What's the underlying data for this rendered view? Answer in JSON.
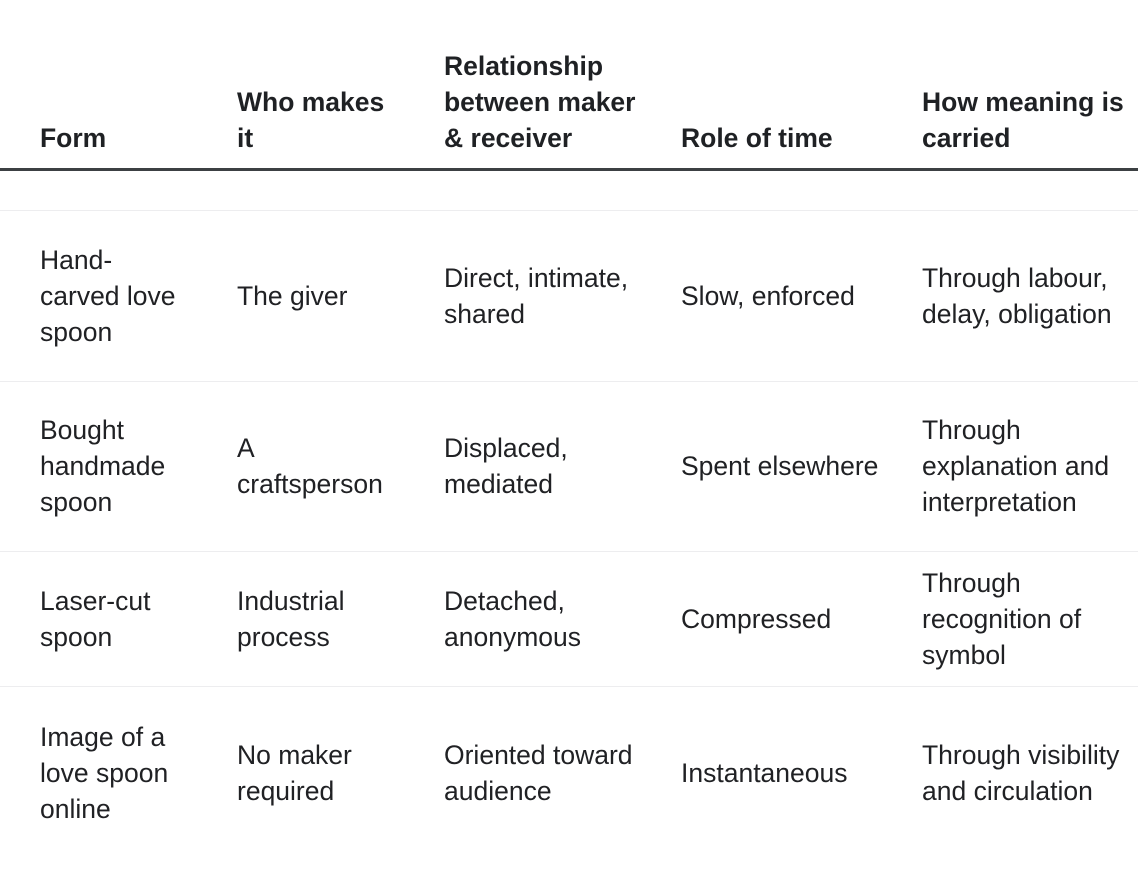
{
  "table": {
    "headers": [
      "Form",
      "Who makes it",
      "Relationship between maker & receiver",
      "Role of time",
      "How meaning is carried"
    ],
    "rows": [
      {
        "form": "Hand-carved love spoon",
        "who_makes_it": "The giver",
        "relationship": "Direct, intimate, shared",
        "role_of_time": "Slow, enforced",
        "how_meaning_is_carried": "Through labour, delay, obligation"
      },
      {
        "form": "Bought handmade spoon",
        "who_makes_it": "A craftsperson",
        "relationship": "Displaced, mediated",
        "role_of_time": "Spent elsewhere",
        "how_meaning_is_carried": "Through explanation and interpretation"
      },
      {
        "form": "Laser-cut spoon",
        "who_makes_it": "Industrial process",
        "relationship": "Detached, anonymous",
        "role_of_time": "Compressed",
        "how_meaning_is_carried": "Through recognition of symbol"
      },
      {
        "form": "Image of a love spoon online",
        "who_makes_it": "No maker required",
        "relationship": "Oriented toward audience",
        "role_of_time": "Instantaneous",
        "how_meaning_is_carried": "Through visibility and circulation"
      }
    ]
  },
  "colors": {
    "text": "#202124",
    "header_rule": "#3c4043",
    "row_rule": "#ededef",
    "background": "#ffffff"
  }
}
